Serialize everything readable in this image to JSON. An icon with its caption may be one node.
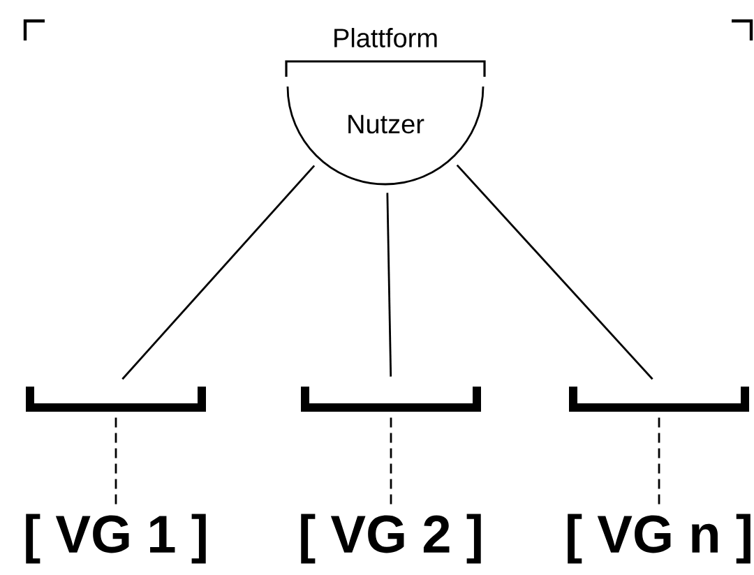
{
  "diagram": {
    "nodes": [
      {
        "text": [
          "Plattform"
        ]
      },
      {
        "text": [
          "Nutzer"
        ]
      },
      {
        "text": [],
        "shape": "bracket"
      },
      {
        "text": [],
        "shape": "bracket"
      },
      {
        "text": [],
        "shape": "bracket"
      },
      {
        "text": [
          "[ VG 1 ]"
        ]
      },
      {
        "text": [
          "[ VG 2 ]"
        ]
      },
      {
        "text": [
          "[ VG n ]"
        ]
      }
    ],
    "edges": [
      {
        "from": 1,
        "to": 2,
        "arrow": "none"
      },
      {
        "from": 1,
        "to": 3,
        "arrow": "none"
      },
      {
        "from": 1,
        "to": 4,
        "arrow": "none"
      },
      {
        "from": 2,
        "to": 5,
        "arrow": "none",
        "style": "dashed"
      },
      {
        "from": 3,
        "to": 6,
        "arrow": "none",
        "style": "dashed"
      },
      {
        "from": 4,
        "to": 7,
        "arrow": "none",
        "style": "dashed"
      }
    ]
  }
}
